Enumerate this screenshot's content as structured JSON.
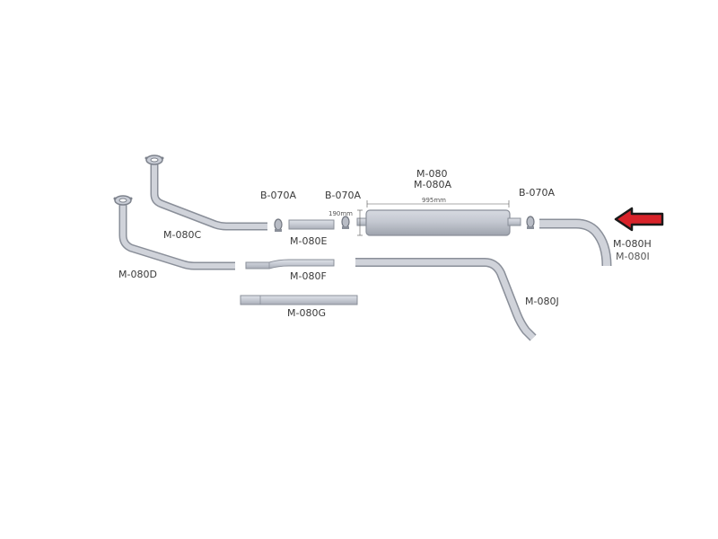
{
  "labels": {
    "m080c": "M-080C",
    "m080d": "M-080D",
    "b070a_1": "B-070A",
    "b070a_2": "B-070A",
    "b070a_3": "B-070A",
    "m080e": "M-080E",
    "m080f": "M-080F",
    "m080g": "M-080G",
    "m080": "M-080",
    "m080a": "M-080A",
    "m080h": "M-080H",
    "m080i": "M-080I",
    "m080j": "M-080J",
    "dim_length": "995mm",
    "dim_diameter": "190mm"
  },
  "colors": {
    "pipe_fill": "#c9cdd6",
    "pipe_stroke": "#8a8f99",
    "arrow_fill": "#d8232a",
    "arrow_stroke": "#1a1a1a"
  },
  "icons": {
    "direction_arrow": "left-arrow-icon"
  }
}
